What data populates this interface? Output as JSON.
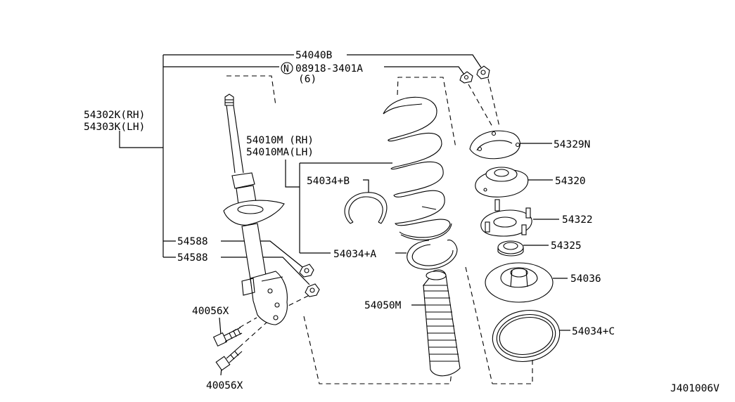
{
  "labels": {
    "p54040B": "54040B",
    "p08918": "08918-3401A",
    "p08918_qty": "(6)",
    "nut_symbol": "N",
    "p54302K": "54302K(RH)",
    "p54303K": "54303K(LH)",
    "p54010M": "54010M (RH)",
    "p54010MA": "54010MA(LH)",
    "p54034B": "54034+B",
    "p54034A": "54034+A",
    "p54034C": "54034+C",
    "p54329N": "54329N",
    "p54320": "54320",
    "p54322": "54322",
    "p54325": "54325",
    "p54036": "54036",
    "p54050M": "54050M",
    "p54588_top": "54588",
    "p54588_bottom": "54588",
    "p40056X_top": "40056X",
    "p40056X_bottom": "40056X",
    "diagram_code": "J401006V"
  }
}
